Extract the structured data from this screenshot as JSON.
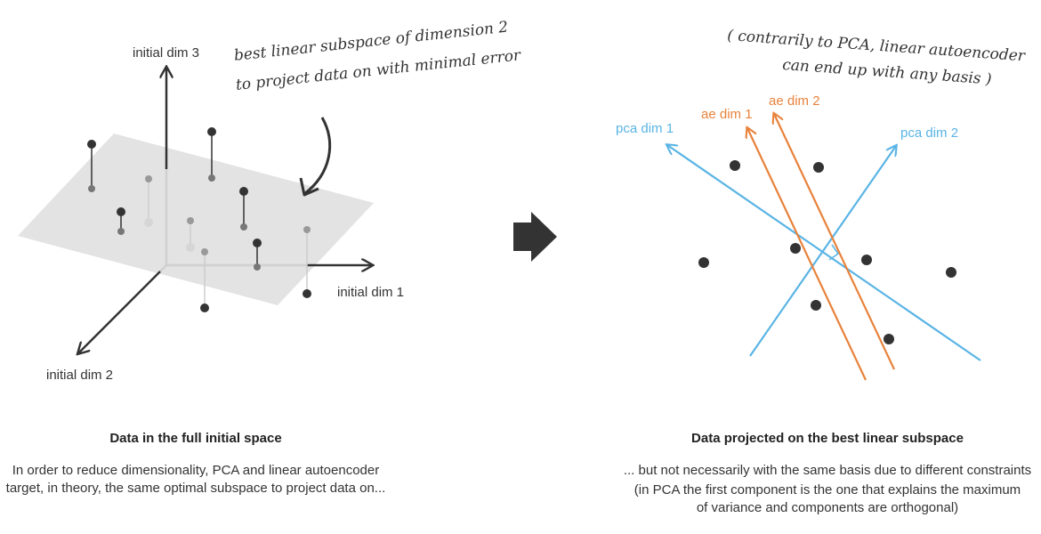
{
  "left_panel": {
    "axes": {
      "dim1": "initial dim 1",
      "dim2": "initial dim 2",
      "dim3": "initial dim 3"
    },
    "annotation_line1": "best linear subspace of dimension 2",
    "annotation_line2": "to project data on with minimal error",
    "title": "Data in the full initial space",
    "description_line1": "In order to reduce dimensionality, PCA and linear autoencoder",
    "description_line2": "target, in theory, the same optimal subspace to project data on..."
  },
  "right_panel": {
    "annotation_line1": "( contrarily to PCA, linear autoencoder",
    "annotation_line2": "can end up with any basis )",
    "pca_dim1": "pca dim 1",
    "pca_dim2": "pca dim 2",
    "ae_dim1": "ae dim 1",
    "ae_dim2": "ae dim 2",
    "title": "Data projected on the best linear subspace",
    "description_line1": "... but not necessarily with the same basis due to different constraints",
    "description_line2": "(in PCA the first component is the one that explains the maximum",
    "description_line3": "of variance and components are orthogonal)"
  },
  "colors": {
    "pca": "#5ab4e5",
    "autoencoder": "#e8823b",
    "points": "#333333",
    "plane": "#e3e3e3"
  }
}
